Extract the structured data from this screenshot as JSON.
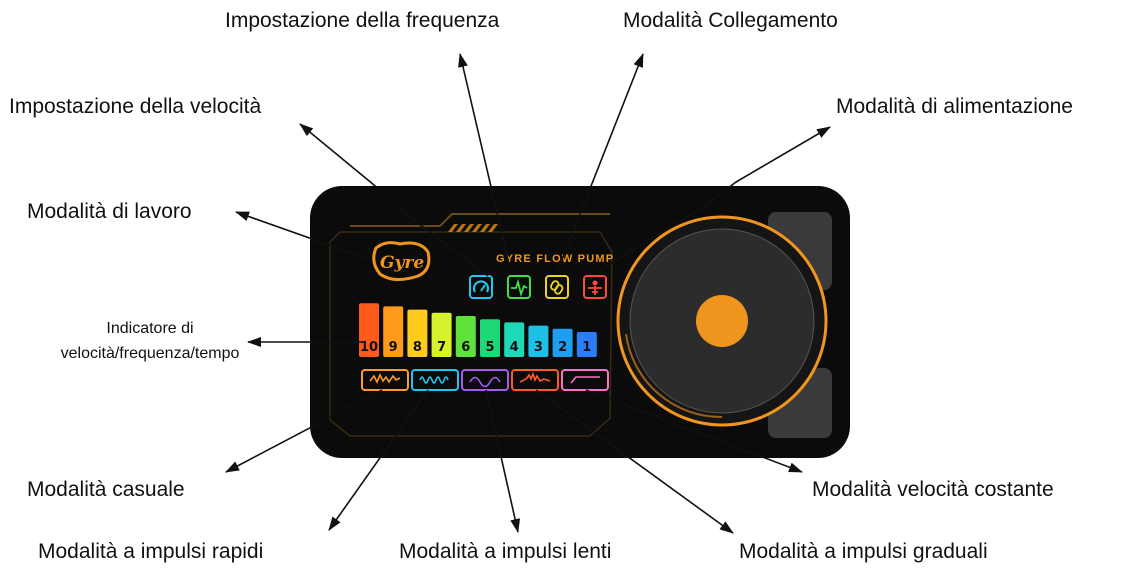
{
  "labels": {
    "frequency_setting": "Impostazione della frequenza",
    "link_mode": "Modalità Collegamento",
    "speed_setting": "Impostazione della velocità",
    "power_mode": "Modalità di alimentazione",
    "work_mode": "Modalità di lavoro",
    "indicator_line1": "Indicatore di",
    "indicator_line2": "velocità/frequenza/tempo",
    "random_mode": "Modalità casuale",
    "constant_speed_mode": "Modalità velocità costante",
    "fast_pulse_mode": "Modalità a impulsi rapidi",
    "slow_pulse_mode": "Modalità a impulsi lenti",
    "gradual_pulse_mode": "Modalità a impulsi graduali"
  },
  "panel": {
    "logo_text": "Gyre",
    "product_name": "GYRE FLOW PUMP",
    "level_bars": [
      "10",
      "9",
      "8",
      "7",
      "6",
      "5",
      "4",
      "3",
      "2",
      "1"
    ],
    "bar_colors": [
      "#ff5a1e",
      "#ff9a1c",
      "#ffcc1e",
      "#d6f22a",
      "#5fe23a",
      "#1ed878",
      "#1ed8b8",
      "#1ec0e8",
      "#1e9ef0",
      "#2a7ef8"
    ],
    "icons": [
      {
        "name": "speed-gauge-icon",
        "color": "#1ec8f0"
      },
      {
        "name": "pulse-wave-icon",
        "color": "#3ee046"
      },
      {
        "name": "link-icon",
        "color": "#f0d21e"
      },
      {
        "name": "feed-mode-icon",
        "color": "#ff4a3a"
      }
    ],
    "mode_buttons": [
      {
        "name": "random-mode-button",
        "color": "#ff9a28"
      },
      {
        "name": "fast-pulse-mode-button",
        "color": "#1ec8f0"
      },
      {
        "name": "slow-pulse-mode-button",
        "color": "#a45cf0"
      },
      {
        "name": "gradual-pulse-mode-button",
        "color": "#ff5a2a"
      },
      {
        "name": "constant-speed-mode-button",
        "color": "#ff6ec8"
      }
    ],
    "accent_color": "#f0961e",
    "knob_color": "#f0961e"
  }
}
